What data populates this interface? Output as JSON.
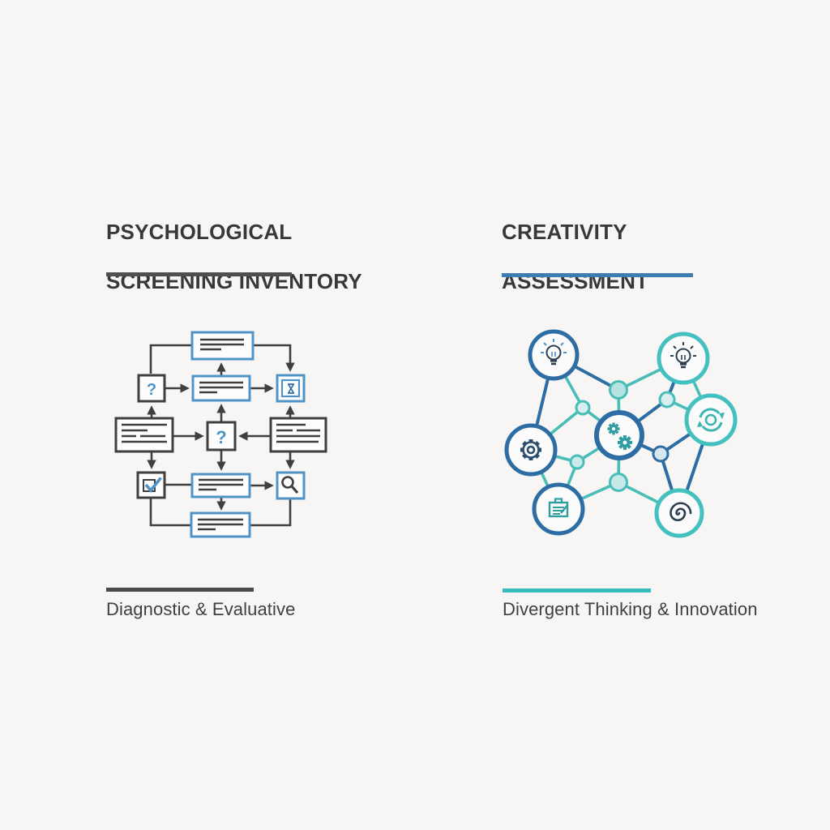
{
  "page": {
    "background_color": "#f7f6f4"
  },
  "left_section": {
    "title_line1": "PSYCHOLOGICAL",
    "title_line2": "SCREENING INVENTORY",
    "title_underline_color": "#4f4f4f",
    "caption": "Diagnostic & Evaluative",
    "caption_bar_color": "#4a4a4a",
    "diagram_type": "flowchart",
    "question_mark": "?",
    "flowchart_icons": [
      "question-mark",
      "hourglass",
      "question-mark",
      "checkmark-box",
      "magnifier"
    ],
    "colors": {
      "box_dark": "#3f3f3f",
      "box_blue": "#4f94c8",
      "accent_blue": "#2e6da4"
    }
  },
  "right_section": {
    "title_line1": "CREATIVITY",
    "title_line2": "ASSESSMENT",
    "title_underline_color": "#3e7cb1",
    "caption": "Divergent Thinking & Innovation",
    "caption_bar_color": "#35bdbd",
    "diagram_type": "network",
    "network_icons": [
      "lightbulb",
      "lightbulb",
      "cycle-arrows",
      "gear",
      "double-gear",
      "clipboard",
      "spiral"
    ],
    "colors": {
      "ring_blue": "#2e6da4",
      "ring_teal": "#45c0c0",
      "edge_teal": "#49bdb8",
      "icon_navy": "#2c3e50"
    }
  }
}
